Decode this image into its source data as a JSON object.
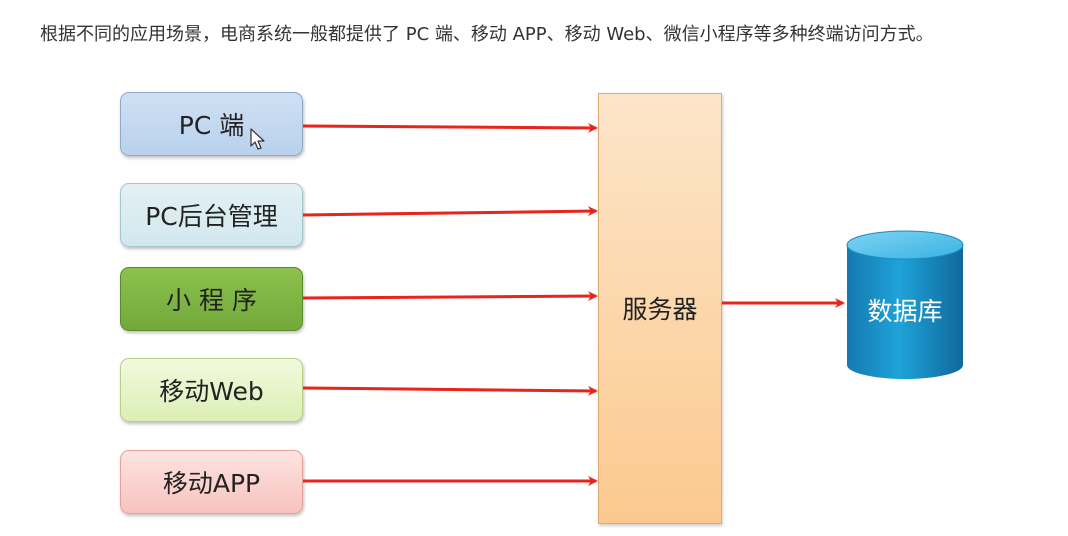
{
  "caption": "根据不同的应用场景，电商系统一般都提供了 PC 端、移动 APP、移动 Web、微信小程序等多种终端访问方式。",
  "clients": [
    {
      "label": "PC 端"
    },
    {
      "label": "PC后台管理"
    },
    {
      "label": "小 程 序"
    },
    {
      "label": "移动Web"
    },
    {
      "label": "移动APP"
    }
  ],
  "server": {
    "label": "服务器"
  },
  "database": {
    "label": "数据库"
  },
  "colors": {
    "arrow": "#e8241c",
    "pc": "#c6daf0",
    "admin": "#dcecf0",
    "mini_program": "#7db543",
    "mobile_web": "#e6f4c8",
    "mobile_app": "#fad2cf",
    "server": "#fcd6ad",
    "database": "#1aa0d4"
  }
}
